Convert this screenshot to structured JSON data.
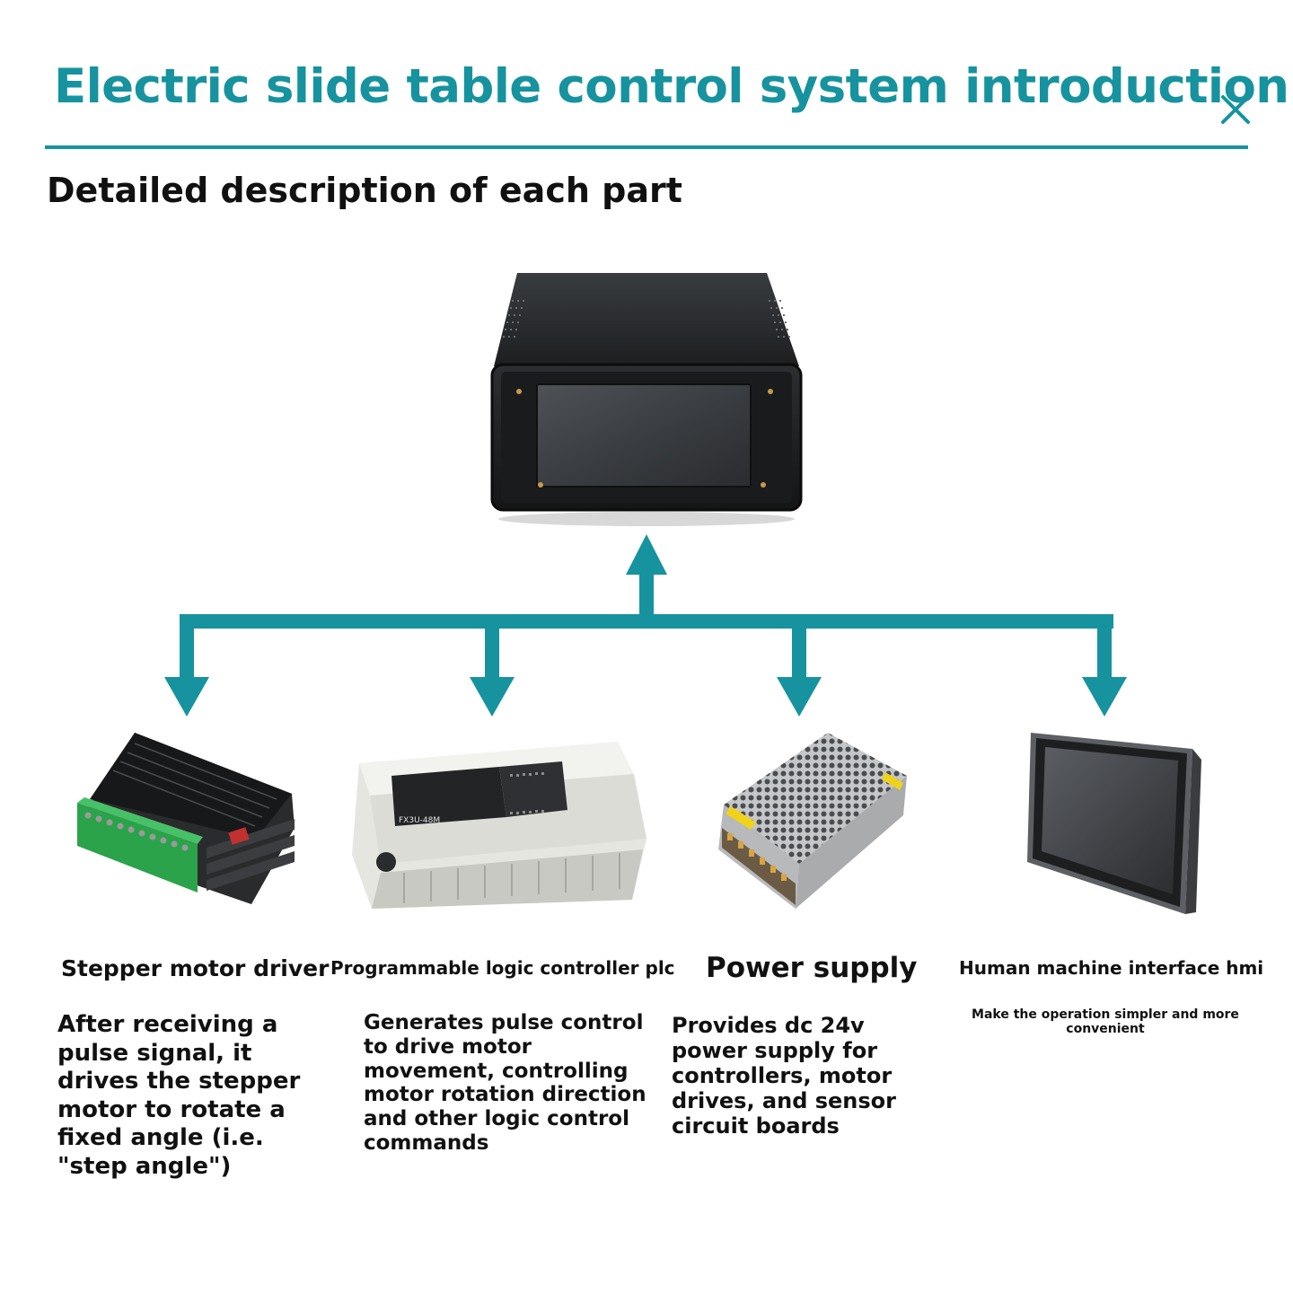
{
  "header": {
    "title": "Electric slide table control system introduction",
    "close_icon": "close-icon",
    "subtitle": "Detailed description of each part"
  },
  "colors": {
    "accent": "#16939e",
    "text": "#111111",
    "background": "#ffffff"
  },
  "hero": {
    "icon": "control-box-hmi-icon"
  },
  "parts": [
    {
      "icon": "stepper-driver-icon",
      "label": "Stepper motor driver",
      "description": "After receiving a pulse signal, it drives the stepper motor to rotate a fixed angle (i.e. \"step angle\")"
    },
    {
      "icon": "plc-icon",
      "label": "Programmable logic controller plc",
      "description": "Generates pulse control to drive motor movement, controlling motor rotation direction and other logic control commands",
      "device_text": "FX3U-48M"
    },
    {
      "icon": "power-supply-icon",
      "label": "Power supply",
      "description": "Provides dc 24v power supply for controllers, motor drives, and sensor circuit boards"
    },
    {
      "icon": "hmi-touch-panel-icon",
      "label": "Human machine interface hmi",
      "description": "Make the operation simpler and more convenient"
    }
  ]
}
